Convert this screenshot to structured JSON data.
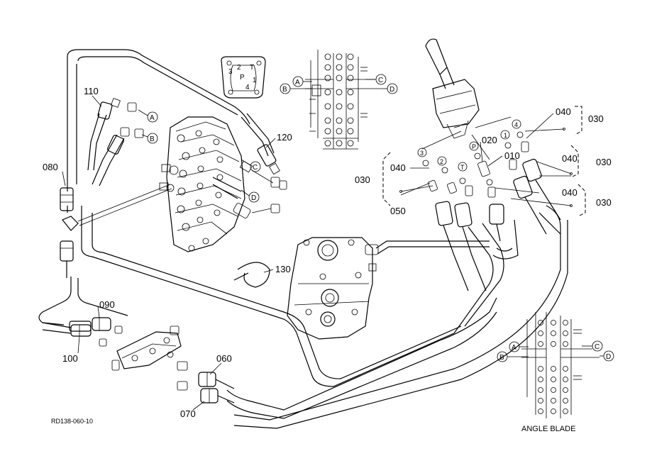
{
  "parts": {
    "p010": "010",
    "p020": "020",
    "p030a": "030",
    "p030b": "030",
    "p030c": "030",
    "p030d": "030",
    "p040a": "040",
    "p040b": "040",
    "p040c": "040",
    "p040d": "040",
    "p050": "050",
    "p060": "060",
    "p070": "070",
    "p080": "080",
    "p090": "090",
    "p100": "100",
    "p110": "110",
    "p120": "120",
    "p130": "130"
  },
  "ports": {
    "A": "A",
    "B": "B",
    "C": "C",
    "D": "D",
    "P": "P",
    "T": "T",
    "one": "1",
    "two": "2",
    "three": "3",
    "four": "4"
  },
  "pattern_plate": {
    "p3": "3",
    "p2": "2",
    "pP": "P",
    "pT": "T",
    "p4": "4",
    "p1": "1"
  },
  "captions": {
    "drawing_number": "RD138-060-10",
    "angle_blade": "ANGLE BLADE"
  }
}
